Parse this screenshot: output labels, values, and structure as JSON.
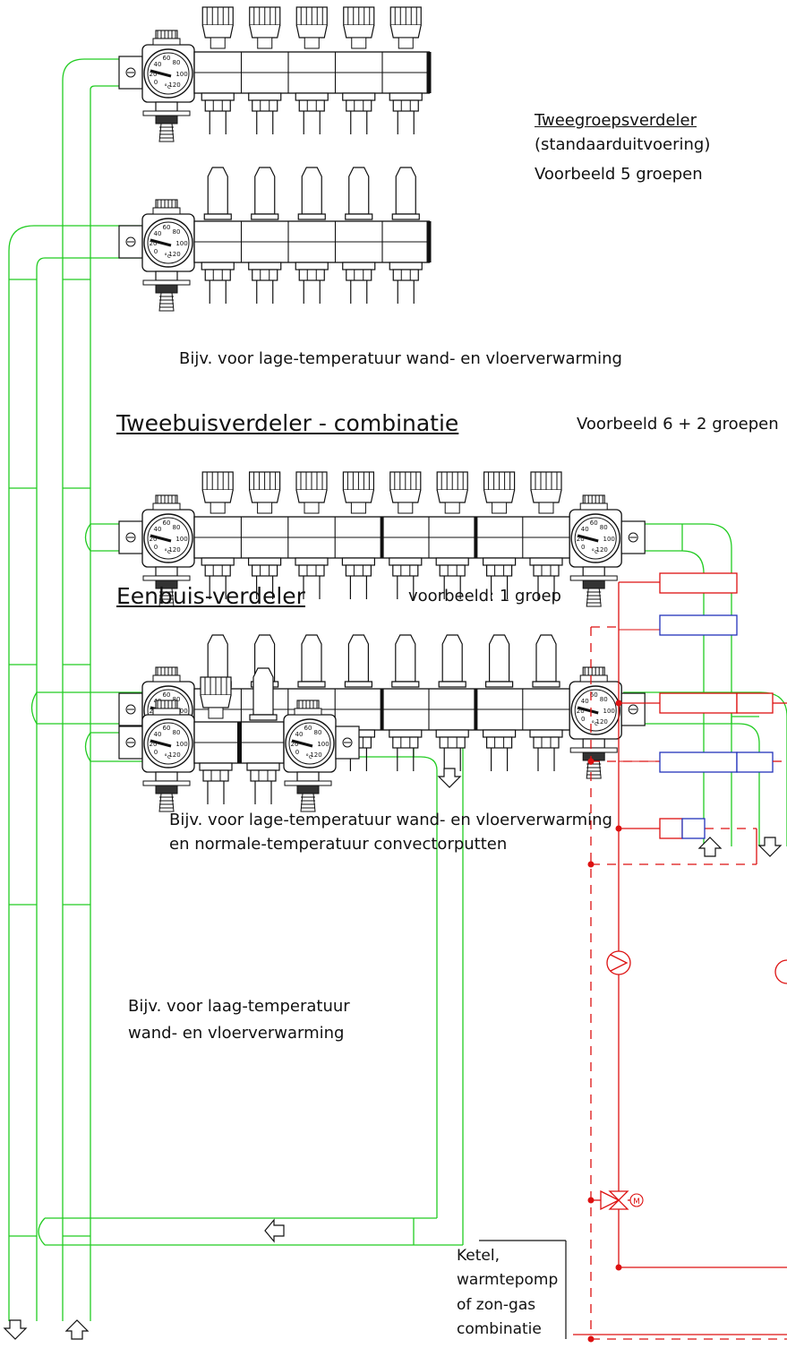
{
  "colors": {
    "pipe": "#22cc22",
    "hot": "#dd1111",
    "cold": "#2233bb",
    "ink": "#111111"
  },
  "gauge": {
    "ticks": [
      "20",
      "40",
      "60",
      "80",
      "100",
      "120",
      "0"
    ],
    "unit": "°c"
  },
  "sections": {
    "two_group": {
      "title": "Tweegroepsverdeler",
      "subtitle": "(standaarduitvoering)",
      "example": "Voorbeeld 5 groepen",
      "caption": "Bijv. voor lage-temperatuur wand- en vloerverwarming"
    },
    "combination": {
      "title": "Tweebuisverdeler - combinatie",
      "example": "Voorbeeld 6 + 2 groepen",
      "caption_line1": "Bijv. voor lage-temperatuur wand- en vloerverwarming",
      "caption_line2": "en normale-temperatuur convectorputten"
    },
    "single_pipe": {
      "title": "Eenbuis-verdeler",
      "example": "voorbeeld: 1 groep",
      "caption_line1": "Bijv. voor laag-temperatuur",
      "caption_line2": "wand- en vloerverwarming"
    }
  },
  "boiler": {
    "line1": "Ketel,",
    "line2": "warmtepomp",
    "line3": "of zon-gas",
    "line4": "combinatie"
  },
  "pump_valve_label": "M",
  "flow_arrows": [
    "up",
    "down"
  ]
}
